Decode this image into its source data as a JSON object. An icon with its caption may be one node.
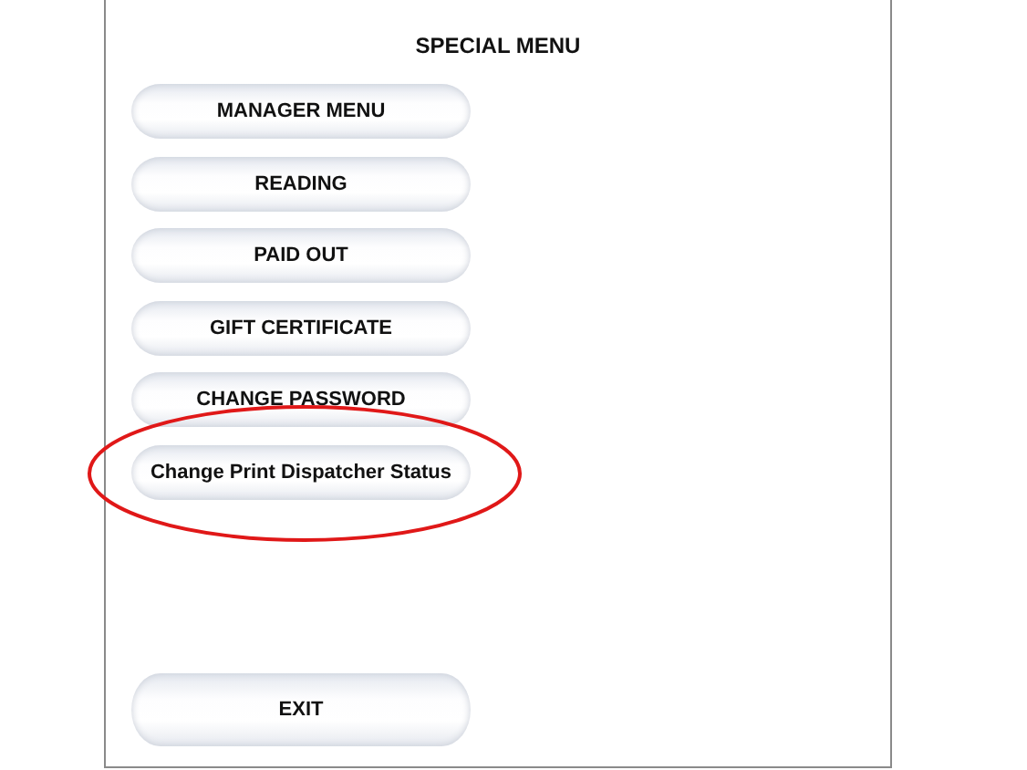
{
  "diagram": {
    "title": "SPECIAL MENU",
    "nodes": [
      {
        "text": [
          "MANAGER MENU"
        ]
      },
      {
        "text": [
          "READING"
        ]
      },
      {
        "text": [
          "PAID OUT"
        ]
      },
      {
        "text": [
          "GIFT CERTIFICATE"
        ]
      },
      {
        "text": [
          "CHANGE PASSWORD"
        ]
      },
      {
        "text": [],
        "shape": "ellipse"
      },
      {
        "text": [
          "Change Print Dispatcher Status"
        ],
        "in": 5
      },
      {
        "text": [
          "EXIT"
        ]
      }
    ]
  }
}
